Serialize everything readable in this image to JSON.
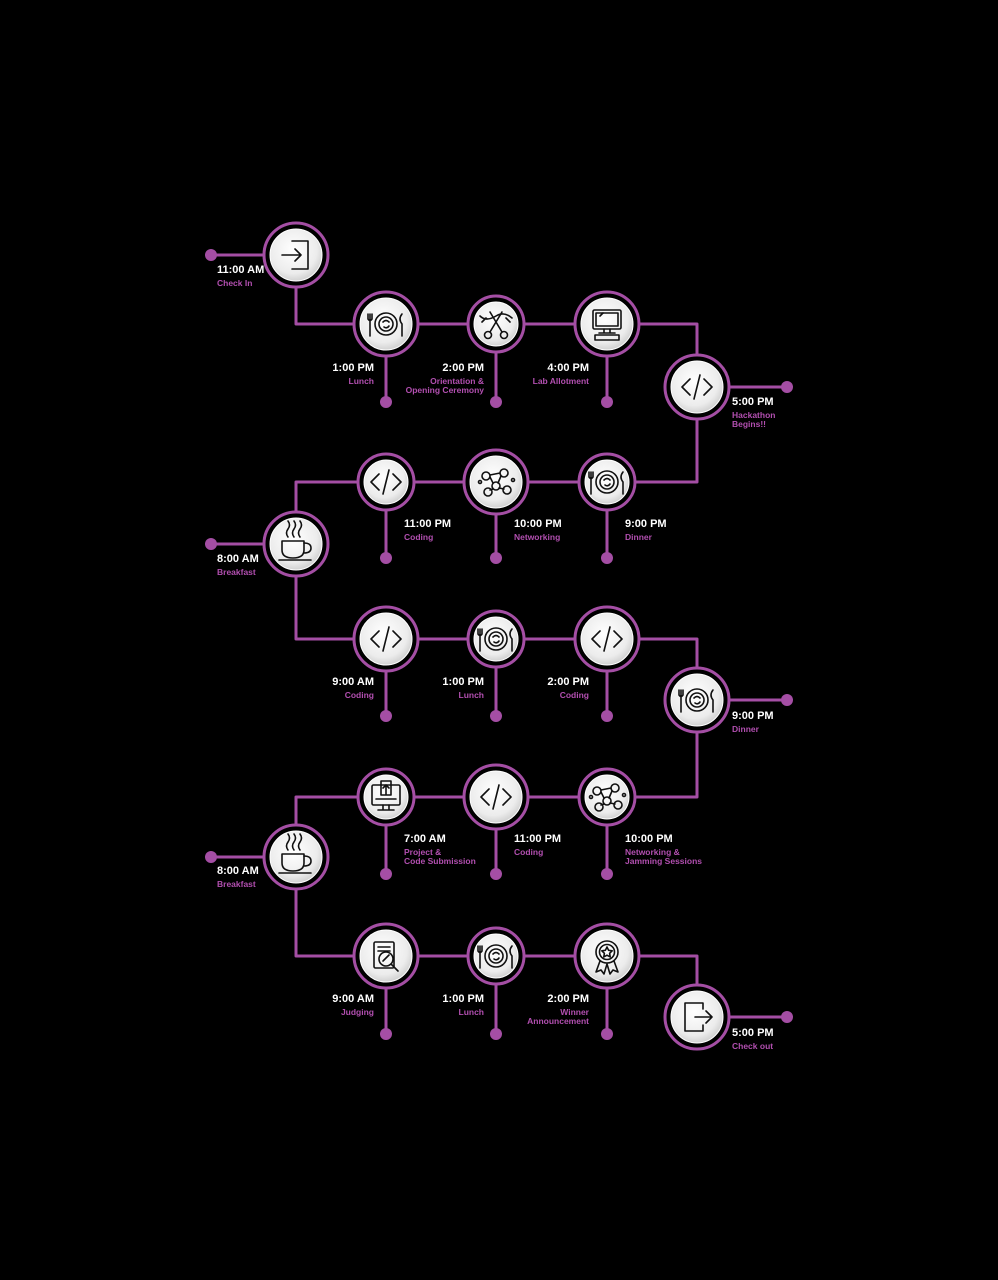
{
  "colors": {
    "accent": "#a44ea4",
    "label": "#b24fb0",
    "time": "#ffffff",
    "background": "#000000"
  },
  "events": [
    {
      "id": "e1",
      "time": "11:00 AM",
      "label": "Check In",
      "icon": "check-in-icon"
    },
    {
      "id": "e2",
      "time": "1:00 PM",
      "label": "Lunch",
      "icon": "meal-icon"
    },
    {
      "id": "e3",
      "time": "2:00 PM",
      "label": "Orientation &\nOpening Ceremony",
      "icon": "ribbon-cutting-icon"
    },
    {
      "id": "e4",
      "time": "4:00 PM",
      "label": "Lab Allotment",
      "icon": "computer-icon"
    },
    {
      "id": "e5",
      "time": "5:00 PM",
      "label": "Hackathon\nBegins!!",
      "icon": "code-icon"
    },
    {
      "id": "e6",
      "time": "9:00 PM",
      "label": "Dinner",
      "icon": "meal-icon"
    },
    {
      "id": "e7",
      "time": "10:00 PM",
      "label": "Networking",
      "icon": "network-icon"
    },
    {
      "id": "e8",
      "time": "11:00 PM",
      "label": "Coding",
      "icon": "code-icon"
    },
    {
      "id": "e9",
      "time": "8:00 AM",
      "label": "Breakfast",
      "icon": "coffee-icon"
    },
    {
      "id": "e10",
      "time": "9:00 AM",
      "label": "Coding",
      "icon": "code-icon"
    },
    {
      "id": "e11",
      "time": "1:00 PM",
      "label": "Lunch",
      "icon": "meal-icon"
    },
    {
      "id": "e12",
      "time": "2:00 PM",
      "label": "Coding",
      "icon": "code-icon"
    },
    {
      "id": "e13",
      "time": "9:00 PM",
      "label": "Dinner",
      "icon": "meal-icon"
    },
    {
      "id": "e14",
      "time": "10:00 PM",
      "label": "Networking &\nJamming Sessions",
      "icon": "network-icon"
    },
    {
      "id": "e15",
      "time": "11:00 PM",
      "label": "Coding",
      "icon": "code-icon"
    },
    {
      "id": "e16",
      "time": "7:00 AM",
      "label": "Project &\nCode Submission",
      "icon": "upload-icon"
    },
    {
      "id": "e17",
      "time": "8:00 AM",
      "label": "Breakfast",
      "icon": "coffee-icon"
    },
    {
      "id": "e18",
      "time": "9:00 AM",
      "label": "Judging",
      "icon": "judging-icon"
    },
    {
      "id": "e19",
      "time": "1:00 PM",
      "label": "Lunch",
      "icon": "meal-icon"
    },
    {
      "id": "e20",
      "time": "2:00 PM",
      "label": "Winner\nAnnouncement",
      "icon": "award-icon"
    },
    {
      "id": "e21",
      "time": "5:00 PM",
      "label": "Check out",
      "icon": "check-out-icon"
    }
  ]
}
